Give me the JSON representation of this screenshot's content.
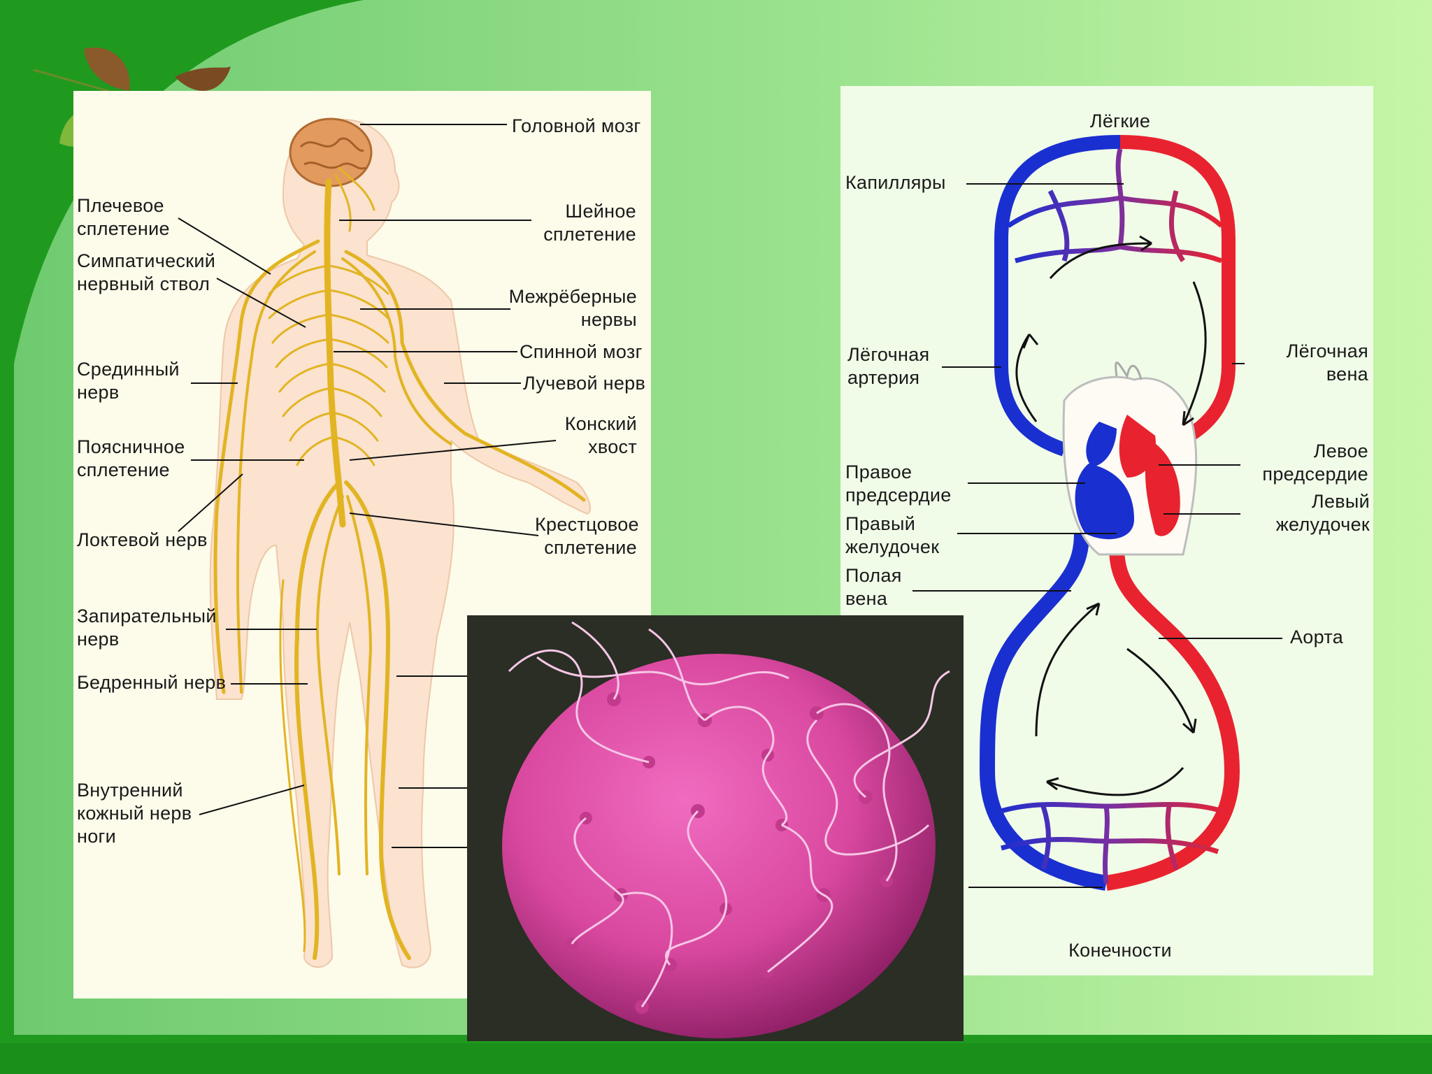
{
  "nervous_system": {
    "labels": {
      "brain": "Головной мозг",
      "cervical_plexus": "Шейное\nсплетение",
      "brachial_plexus": "Плечевое\nсплетение",
      "sympathetic_trunk": "Симпатический\nнервный ствол",
      "intercostal_nerves": "Межрёберные\nнервы",
      "spinal_cord": "Спинной мозг",
      "median_nerve": "Срединный\nнерв",
      "radial_nerve": "Лучевой нерв",
      "cauda_equina": "Конский\nхвост",
      "lumbar_plexus": "Поясничное\nсплетение",
      "ulnar_nerve": "Локтевой нерв",
      "sacral_plexus": "Крестцовое\nсплетение",
      "obturator_nerve": "Запирательный\nнерв",
      "femoral_nerve": "Бедренный нерв",
      "saphenous_nerve": "Внутренний\nкожный нерв\nноги"
    }
  },
  "circulation": {
    "labels": {
      "lungs": "Лёгкие",
      "capillaries": "Капилляры",
      "pulmonary_artery": "Лёгочная\nартерия",
      "pulmonary_vein": "Лёгочная\nвена",
      "right_atrium": "Правое\nпредсердие",
      "left_atrium": "Левое\nпредсердие",
      "right_ventricle": "Правый\nжелудочек",
      "left_ventricle": "Левый\nжелудочек",
      "vena_cava": "Полая\nвена",
      "aorta": "Аорта",
      "limbs": "Конечности"
    },
    "colors": {
      "venous": "#1a2fd0",
      "arterial": "#e8232f"
    }
  },
  "colors": {
    "slide_green": "#1f9a1f",
    "nerve": "#e2b423",
    "egg": "#d94aa8"
  }
}
